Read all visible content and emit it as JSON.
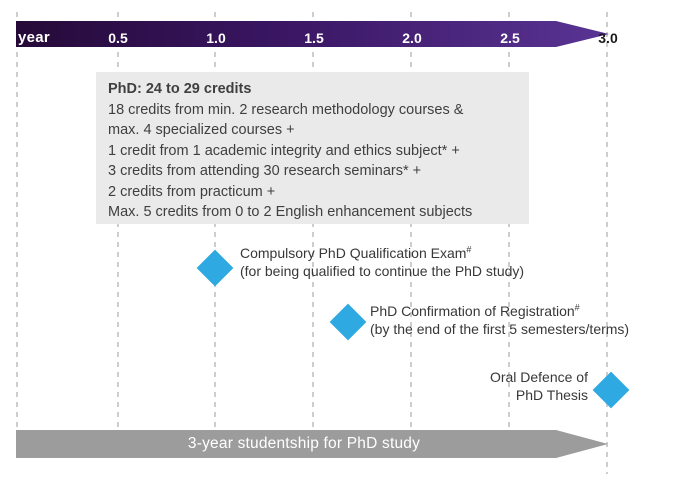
{
  "timeline": {
    "axis_label": "year",
    "ticks": [
      "0.5",
      "1.0",
      "1.5",
      "2.0",
      "2.5",
      "3.0"
    ],
    "colors": {
      "gradient_start": "#250a38",
      "gradient_mid": "#3a1663",
      "gradient_end": "#5a3494",
      "last_tick_text": "#1a1a1a",
      "tick_text": "#ffffff"
    }
  },
  "credit_box": {
    "background": "#eaeaea",
    "title": "PhD: 24 to 29 credits",
    "lines": [
      "18 credits from min. 2 research methodology courses &",
      "max. 4 specialized courses +",
      "1 credit from 1 academic integrity and ethics subject* +",
      "3 credits from attending 30 research seminars* +",
      "2 credits from practicum +",
      "Max. 5 credits from 0 to 2 English enhancement subjects"
    ]
  },
  "milestones": [
    {
      "title": "Compulsory PhD Qualification Exam",
      "sup": "#",
      "subtitle": "(for being qualified to continue the PhD study)",
      "marker_color": "#2fa9e1",
      "year_position": "1.0"
    },
    {
      "title": "PhD Confirmation of Registration",
      "sup": "#",
      "subtitle": "(by the end of the first 5 semesters/terms)",
      "marker_color": "#2fa9e1",
      "year_position": "1.7"
    },
    {
      "line1": "Oral Defence of",
      "line2": "PhD Thesis",
      "marker_color": "#2fa9e1",
      "year_position": "3.0"
    }
  ],
  "studentship_bar": {
    "label": "3-year studentship for PhD study",
    "color": "#9c9c9c",
    "text_color": "#ffffff"
  }
}
